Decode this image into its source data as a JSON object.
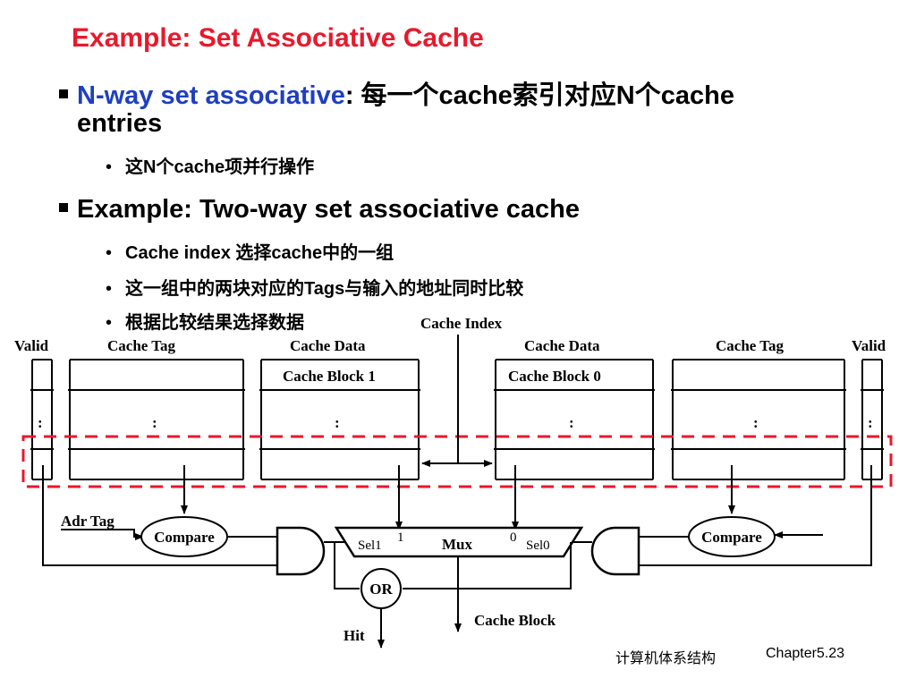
{
  "title": "Example: Set Associative Cache",
  "bullets": {
    "b1_keyword": "N-way set associative",
    "b1_colon": ":",
    "b1_rest": " 每一个cache索引对应N个cache",
    "b1_cont": "entries",
    "b1_sub1": "这N个cache项并行操作",
    "b2_text": "Example: Two-way set associative cache",
    "b2_sub1": "Cache index 选择cache中的一组",
    "b2_sub2": "这一组中的两块对应的Tags与输入的地址同时比较",
    "b2_sub3": "根据比较结果选择数据",
    "sub_marker": "•"
  },
  "diagram": {
    "cache_index": "Cache Index",
    "valid_left": "Valid",
    "cache_tag_left": "Cache Tag",
    "cache_data_left": "Cache Data",
    "cache_data_right": "Cache Data",
    "cache_tag_right": "Cache Tag",
    "valid_right": "Valid",
    "block1": "Cache Block 1",
    "block0": "Cache Block 0",
    "ellipsis": ":",
    "adr_tag": "Adr Tag",
    "compare_left": "Compare",
    "compare_right": "Compare",
    "mux": "Mux",
    "sel1": "Sel1",
    "sel0": "Sel0",
    "one": "1",
    "zero": "0",
    "or": "OR",
    "hit": "Hit",
    "cache_block_out": "Cache Block"
  },
  "footer": {
    "course": "计算机体系结构",
    "chapter": "Chapter5.23"
  },
  "colors": {
    "title": "#e8192c",
    "keyword": "#1f3fbf",
    "dashed_box": "#e8192c"
  }
}
